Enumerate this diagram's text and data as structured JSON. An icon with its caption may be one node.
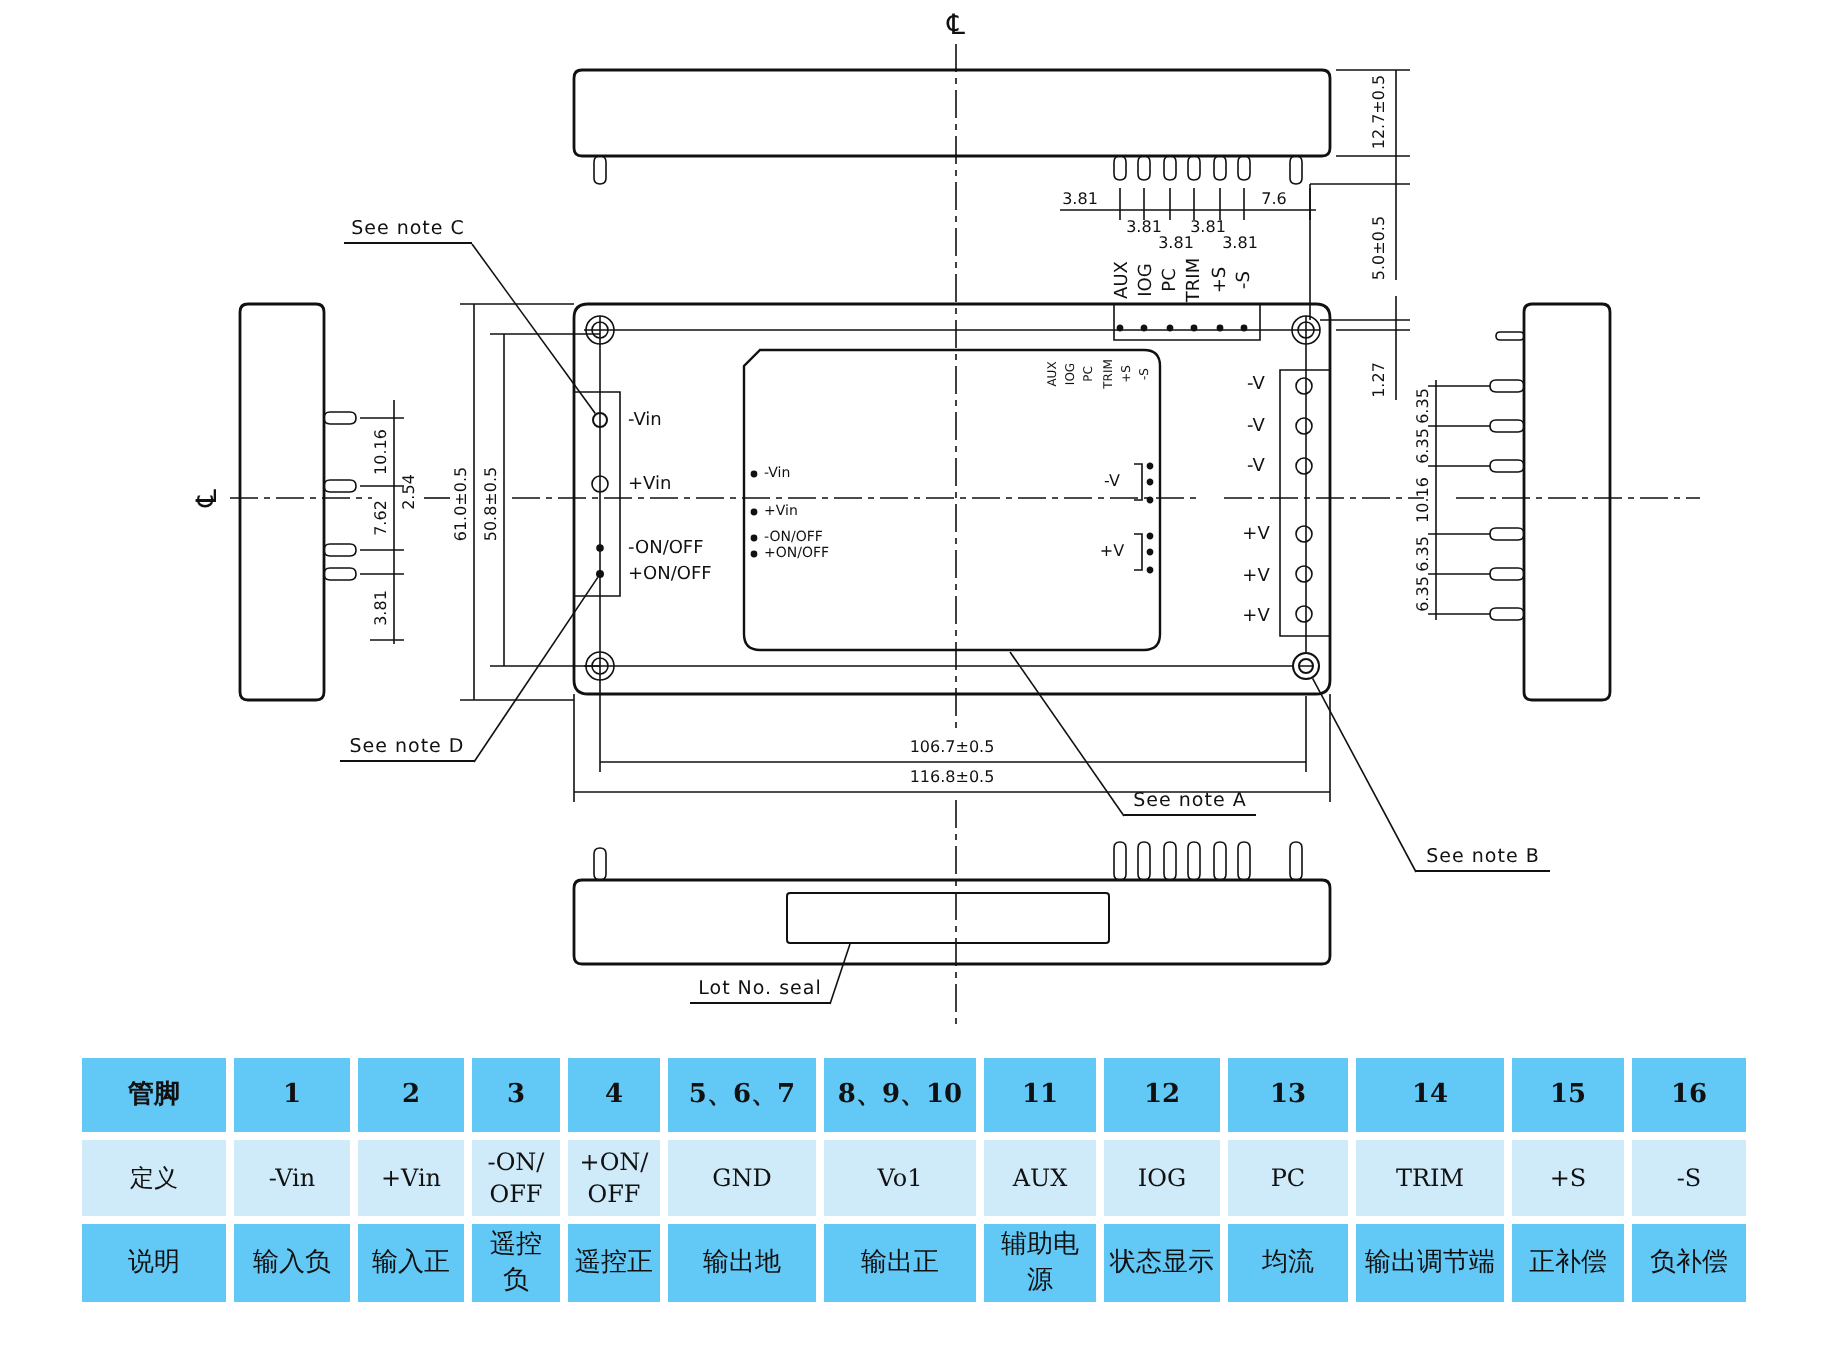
{
  "diagram": {
    "nodes": [
      {
        "text": [
          "See note C"
        ]
      },
      {
        "text": [
          "See note D"
        ]
      },
      {
        "text": [
          "See note A"
        ]
      },
      {
        "text": [
          "See note B"
        ]
      },
      {
        "text": [
          "Lot No. seal"
        ]
      },
      {
        "text": [],
        "shape": "box"
      },
      {
        "text": [],
        "shape": "circle"
      },
      {
        "text": [],
        "shape": "circle"
      },
      {
        "text": [],
        "shape": "circle"
      }
    ],
    "edges": [
      {
        "from": 0,
        "to": 6,
        "arrow": "none"
      },
      {
        "from": 1,
        "to": 7,
        "arrow": "none"
      },
      {
        "from": 2,
        "to": null,
        "arrow": "none"
      },
      {
        "from": 3,
        "to": 8,
        "arrow": "none"
      },
      {
        "from": 4,
        "to": 5,
        "arrow": "none"
      }
    ],
    "labels": [
      "℄",
      "12.7±0.5",
      "3.81",
      "3.81",
      "3.81",
      "3.81",
      "3.81",
      "7.6",
      "5.0±0.5",
      "AUX",
      "IOG",
      "PC",
      "TRIM",
      "+S",
      "-S",
      "℄",
      "10.16",
      "2.54",
      "7.62",
      "3.81",
      "61.0±0.5",
      "50.8±0.5",
      "-Vin",
      "+Vin",
      "-ON/OFF",
      "+ON/OFF",
      "AUX",
      "IOG",
      "PC",
      "TRIM",
      "+S",
      "-S",
      "-Vin",
      "+Vin",
      "-ON/OFF",
      "+ON/OFF",
      "-V",
      "+V",
      "-V",
      "-V",
      "-V",
      "+V",
      "+V",
      "+V",
      "1.27",
      "6.35",
      "6.35",
      "10.16",
      "6.35",
      "6.35",
      "106.7±0.5",
      "116.8±0.5",
      "管脚",
      "1",
      "2",
      "3",
      "4",
      "5、6、7",
      "8、9、10",
      "11",
      "12",
      "13",
      "14",
      "15",
      "16",
      "定义",
      "-Vin",
      "+Vin",
      "-ON/OFF",
      "+ON/OFF",
      "GND",
      "Vo1",
      "AUX",
      "IOG",
      "PC",
      "TRIM",
      "+S",
      "-S",
      "说明",
      "输入负",
      "输入正",
      "遥控负",
      "遥控正",
      "输出地",
      "输出正",
      "辅助电源",
      "状态显示",
      "均流",
      "输出调节端",
      "正补偿",
      "负补偿"
    ]
  }
}
